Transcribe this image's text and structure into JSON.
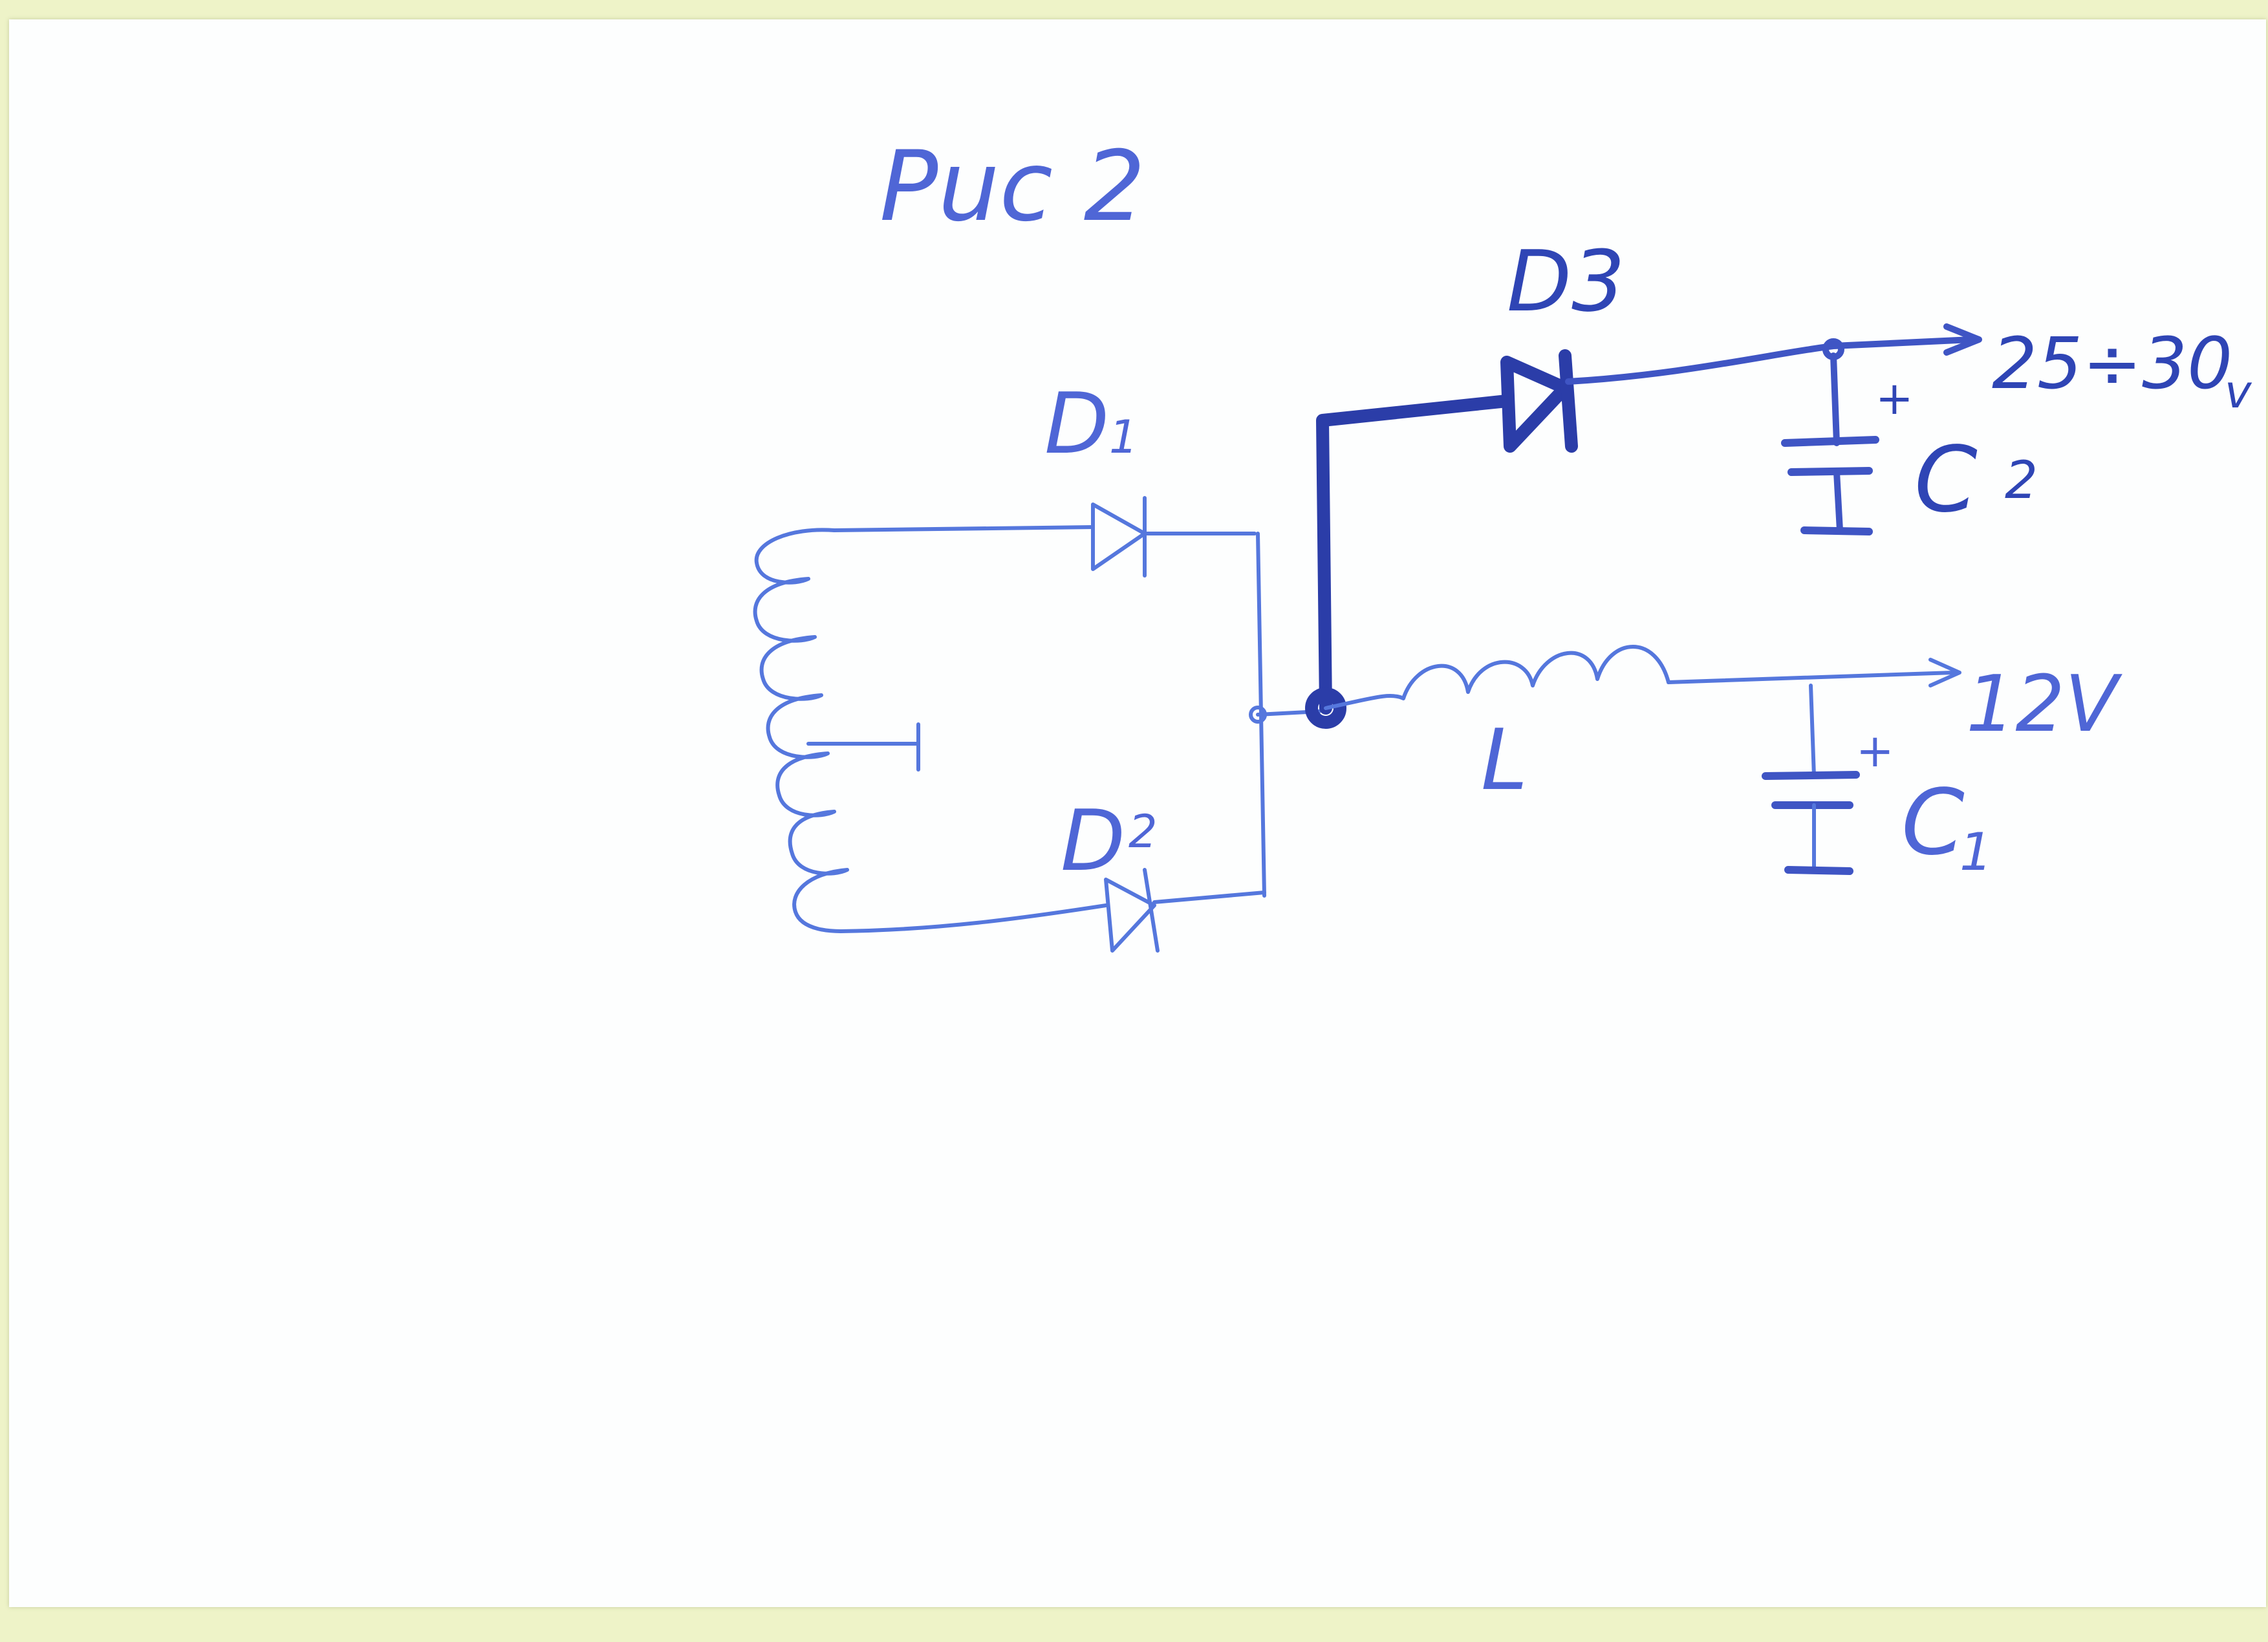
{
  "figure": {
    "title": "Puc 2"
  },
  "components": {
    "d1": {
      "label": "D",
      "sub": "1"
    },
    "d2": {
      "label": "D",
      "sub": "2"
    },
    "d3": {
      "label": "D3"
    },
    "c1": {
      "label": "C",
      "sub": "1",
      "polarity": "+"
    },
    "c2": {
      "label": "C",
      "sub": "2",
      "polarity": "+"
    },
    "inductor": {
      "label": "L"
    }
  },
  "outputs": {
    "high": {
      "value": "25÷30",
      "unit": "v"
    },
    "low": {
      "value": "12V"
    }
  },
  "colors": {
    "ink": "#5577dd",
    "ink_dark": "#2b3da8",
    "paper": "#fdfefe",
    "scanner_edge": "#eef3c8"
  }
}
